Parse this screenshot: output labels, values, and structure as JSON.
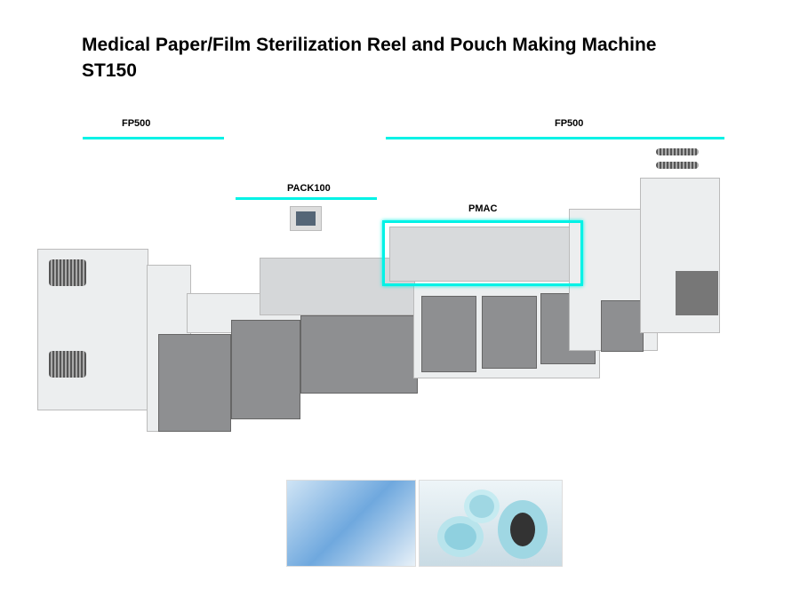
{
  "title_line1": "Medical Paper/Film Sterilization Reel and Pouch Making Machine",
  "title_line2": "ST150",
  "labels": {
    "fp500_left": "FP500",
    "fp500_right": "FP500",
    "pack100": "PACK100",
    "pmac": "PMAC"
  },
  "colors": {
    "accent": "#00f2e6"
  }
}
